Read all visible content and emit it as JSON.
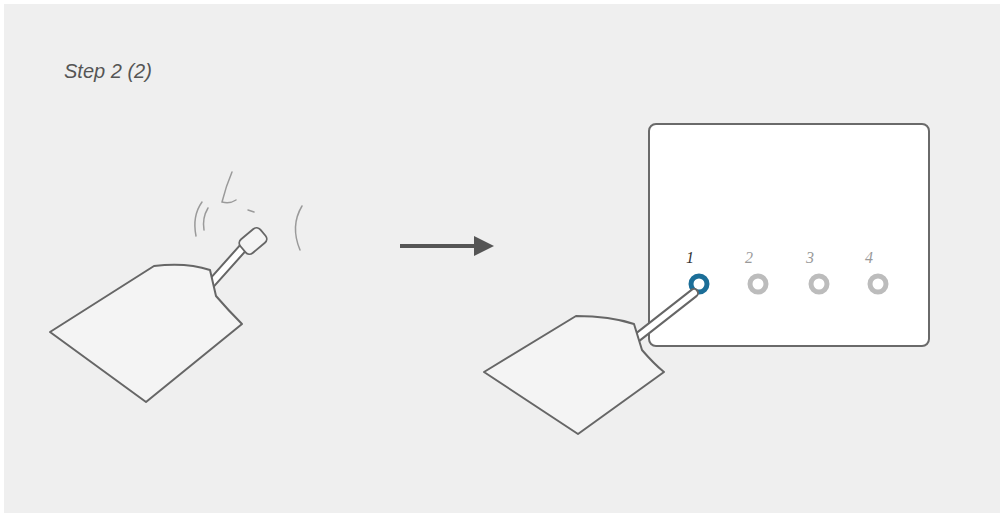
{
  "diagram": {
    "title": "Step 2 (2)",
    "nodes": [
      {
        "text": [
          "1",
          "2",
          "3",
          "4"
        ]
      }
    ]
  }
}
